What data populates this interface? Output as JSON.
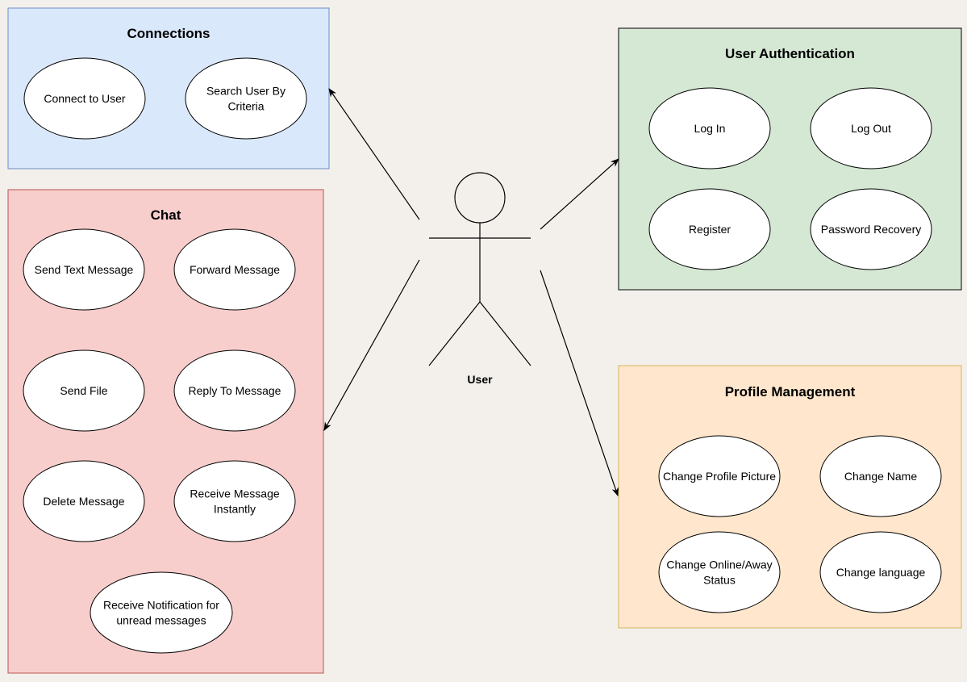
{
  "actor": {
    "label": "User"
  },
  "groups": {
    "connections": {
      "title": "Connections",
      "fill": "#dae8fc",
      "stroke": "#6c8ebf",
      "cases": [
        "Connect to User",
        "Search User By Criteria"
      ]
    },
    "chat": {
      "title": "Chat",
      "fill": "#f8cecc",
      "stroke": "#b85450",
      "cases": [
        "Send Text Message",
        "Forward Message",
        "Send File",
        "Reply To Message",
        "Delete Message",
        "Receive Message Instantly",
        "Receive Notification for unread messages"
      ]
    },
    "auth": {
      "title": "User Authentication",
      "fill": "#d5e8d4",
      "stroke": "#000000",
      "cases": [
        "Log In",
        "Log Out",
        "Register",
        "Password Recovery"
      ]
    },
    "profile": {
      "title": "Profile Management",
      "fill": "#ffe6cc",
      "stroke": "#d6b656",
      "cases": [
        "Change Profile Picture",
        "Change Name",
        "Change Online/Away Status",
        "Change language"
      ]
    }
  }
}
